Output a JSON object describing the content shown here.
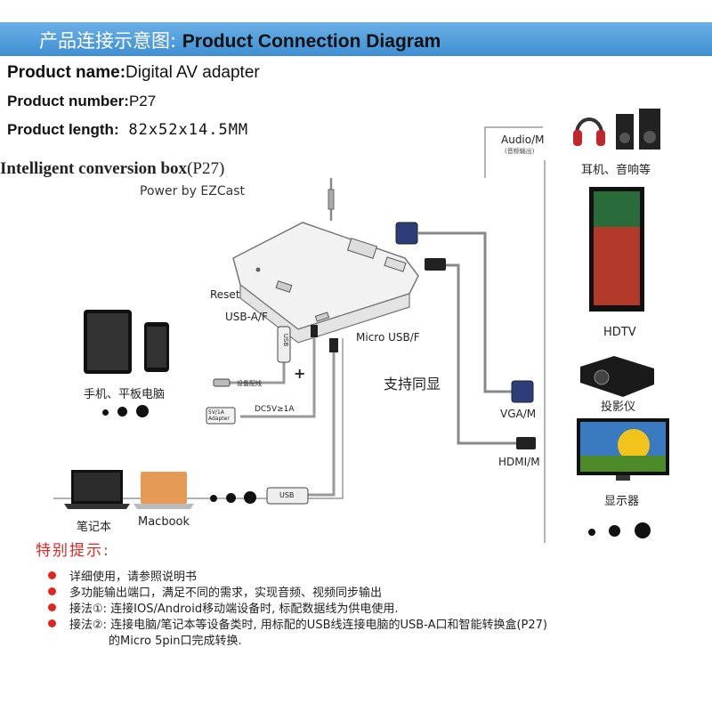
{
  "banner": {
    "cn": "产品连接示意图:",
    "en": "Product Connection Diagram"
  },
  "specs": {
    "name_label": "Product name:",
    "name_value": "Digital AV adapter",
    "number_label": "Product number:",
    "number_value": "P27",
    "length_label": "Product length:",
    "length_value": "82x52x14.5MM"
  },
  "box": {
    "title": "Intelligent conversion box",
    "model": "(P27)",
    "power": "Power by EZCast"
  },
  "ports": {
    "reset": "Reset",
    "usb_af": "USB-A/F",
    "micro_usb": "Micro USB/F"
  },
  "cable_labels": {
    "device_cable": "设备配线",
    "usb": "USB",
    "adapter": "5V/1A Adapter",
    "dc": "DC5V≥1A",
    "plus": "+",
    "usb_plug": "USB"
  },
  "outputs": {
    "audio": "Audio/M",
    "audio_sub": "(音频输出)",
    "vga": "VGA/M",
    "hdmi": "HDMI/M",
    "same_display": "支持同显"
  },
  "devices": {
    "headphones": "耳机、音响等",
    "hdtv": "HDTV",
    "projector": "投影仪",
    "monitor": "显示器",
    "phone_tablet": "手机、平板电脑",
    "notebook": "笔记本",
    "macbook": "Macbook"
  },
  "tips": {
    "title": "特别提示:",
    "items": [
      "详细使用，请参照说明书",
      "多功能输出端口，满足不同的需求，实现音频、视频同步输出",
      "接法①: 连接IOS/Android移动端设备时, 标配数据线为供电使用.",
      "接法②: 连接电脑/笔记本等设备类时, 用标配的USB线连接电脑的USB-A口和智能转换盒(P27)"
    ],
    "continuation": "的Micro 5pin口完成转换."
  },
  "colors": {
    "banner": "#4a9ad8",
    "accent_red": "#e0271f"
  }
}
